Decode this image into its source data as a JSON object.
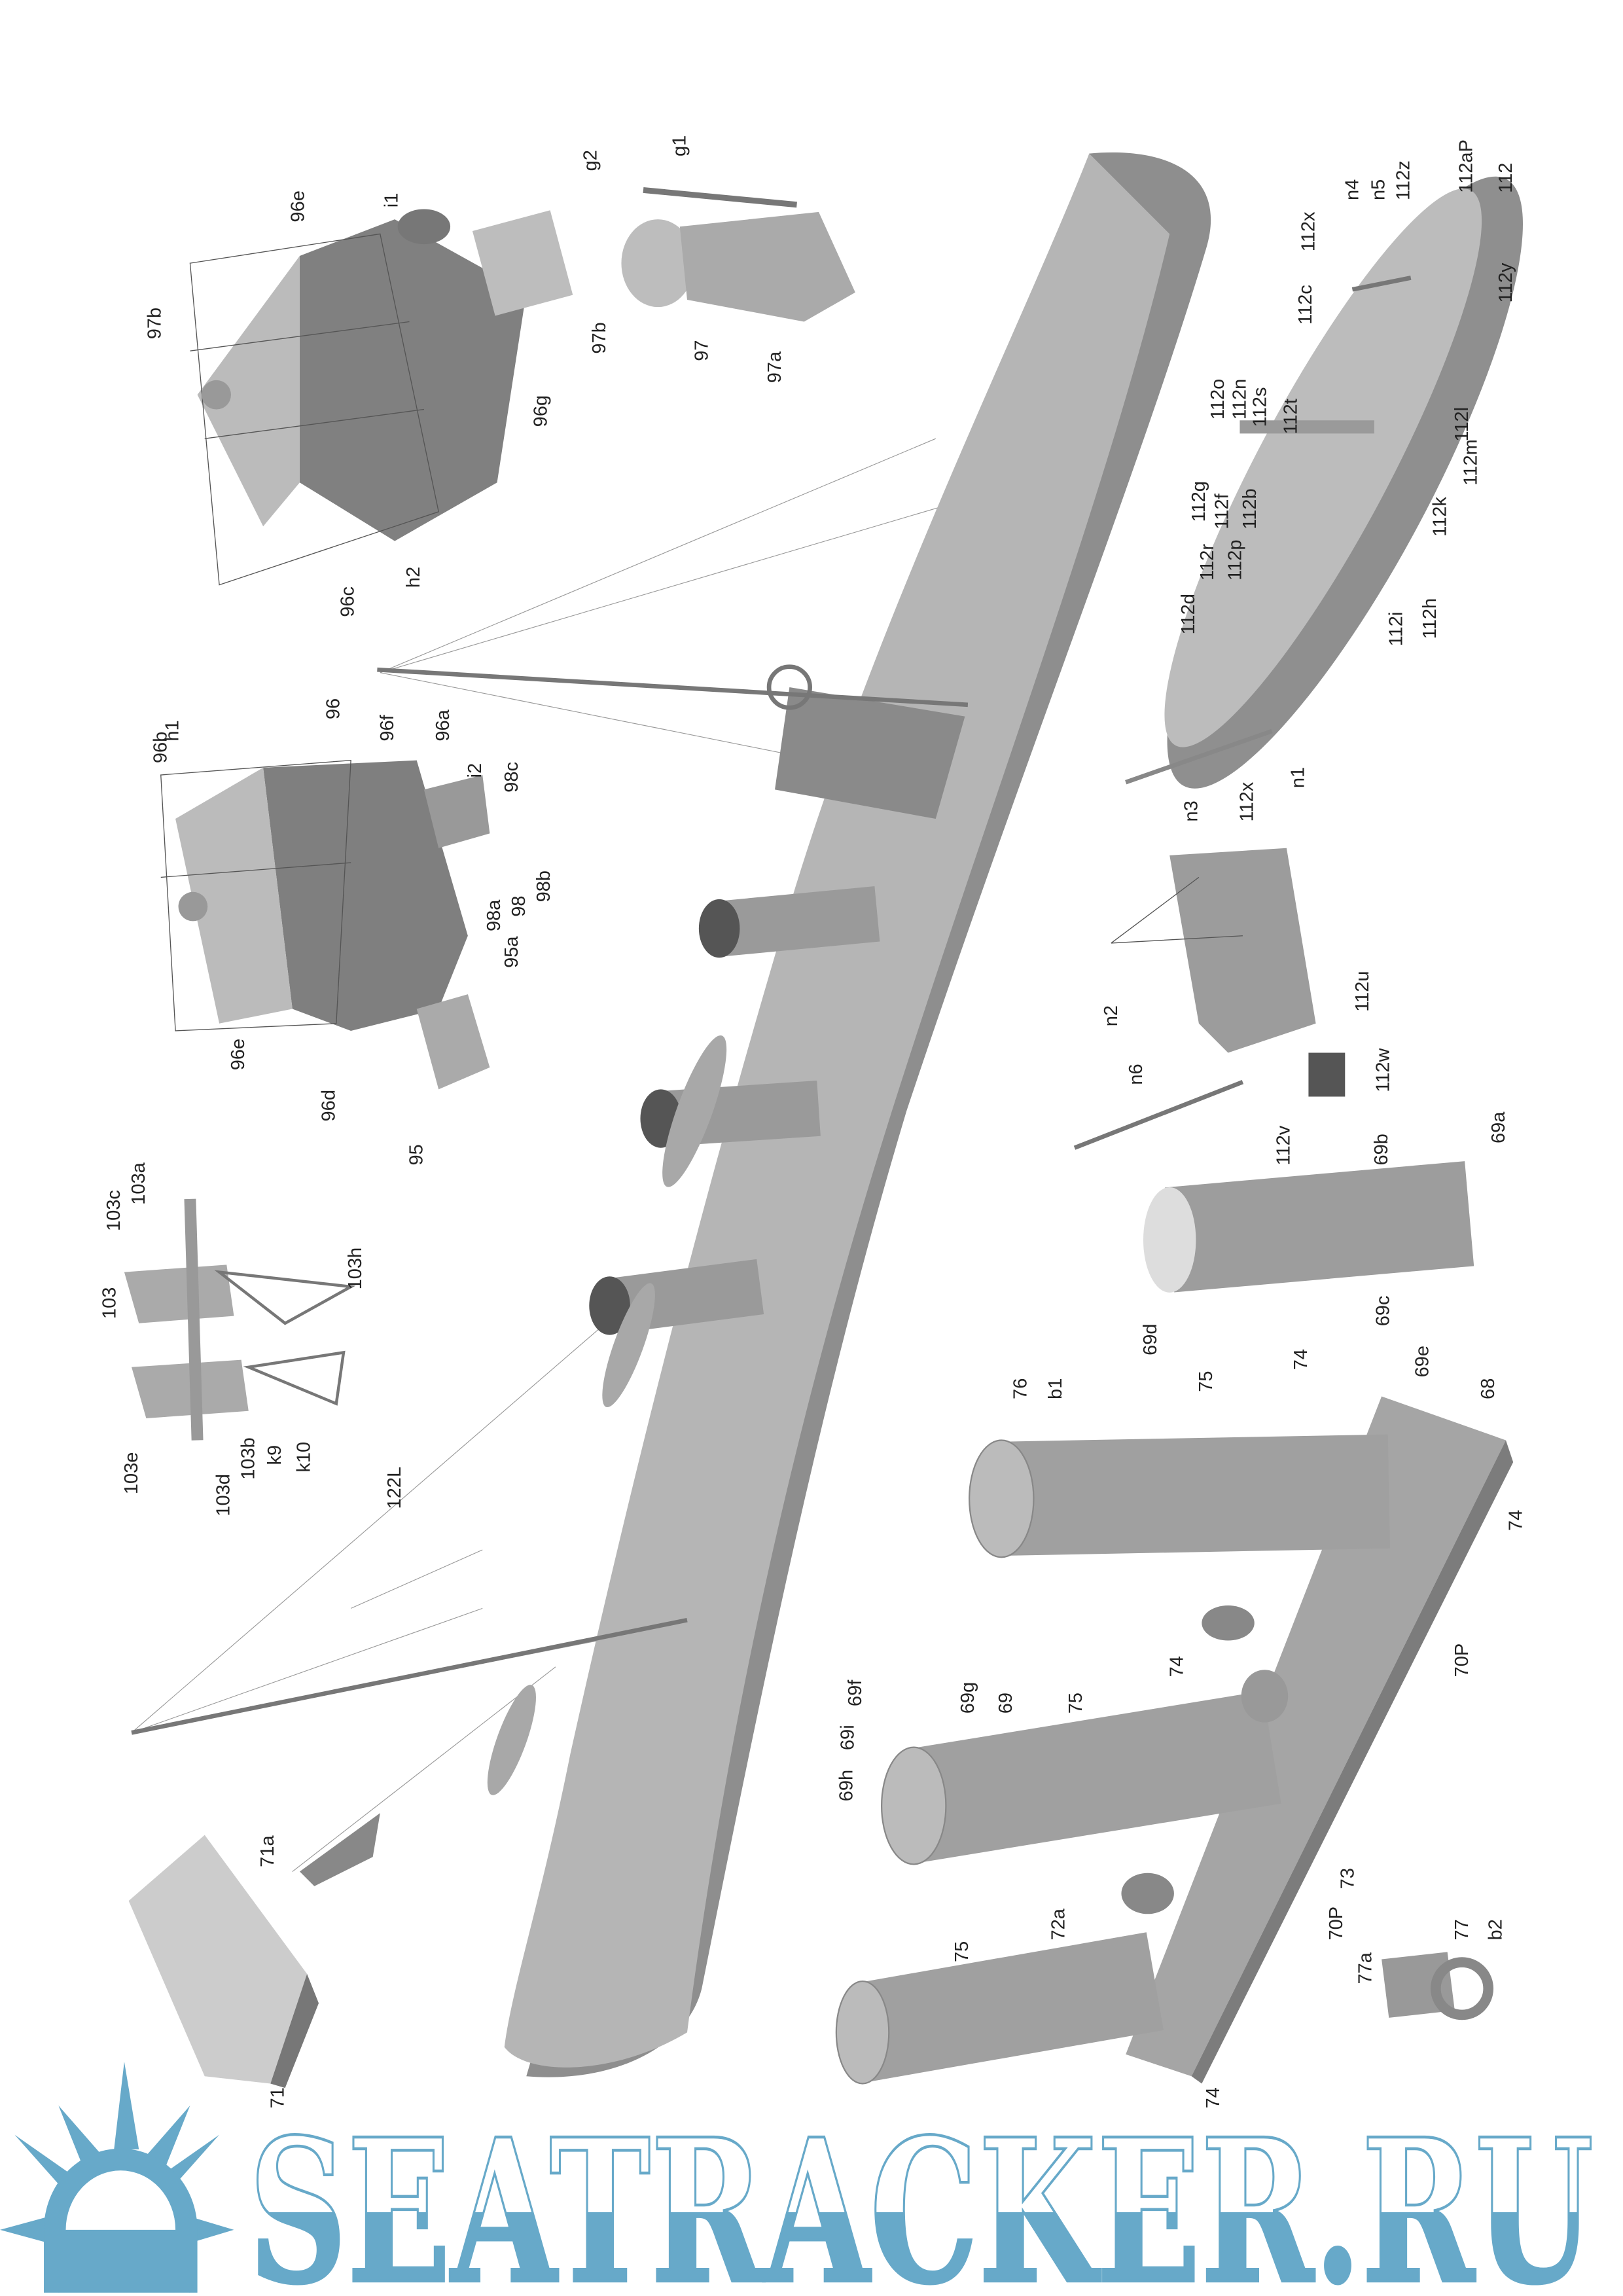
{
  "part_labels": [
    "97b",
    "96e",
    "i1",
    "96g",
    "96c",
    "h2",
    "g2",
    "g1",
    "97b",
    "97",
    "97a",
    "96b",
    "h1",
    "96",
    "96f",
    "96a",
    "i2",
    "98c",
    "98a",
    "98",
    "98b",
    "95a",
    "96e",
    "96d",
    "95",
    "103c",
    "103a",
    "103",
    "103h",
    "103e",
    "103d",
    "103b",
    "k9",
    "k10",
    "122L",
    "71a",
    "71",
    "n4",
    "n5",
    "112z",
    "112aP",
    "112",
    "112x",
    "112c",
    "112y",
    "112o",
    "112n",
    "112s",
    "112t",
    "112l",
    "112m",
    "112k",
    "112g",
    "112f",
    "112b",
    "112r",
    "112p",
    "112d",
    "112i",
    "112h",
    "n1",
    "112x",
    "n3",
    "n2",
    "n6",
    "112u",
    "112w",
    "112v",
    "69b",
    "69a",
    "69d",
    "69c",
    "76",
    "b1",
    "75",
    "74",
    "69e",
    "68",
    "74",
    "70P",
    "69h",
    "69i",
    "69f",
    "69g",
    "69",
    "75",
    "74",
    "73",
    "72a",
    "70P",
    "77a",
    "77",
    "b2",
    "75",
    "74"
  ],
  "logo": {
    "text": "SEATRACKER.RU",
    "color": "#67a9c9"
  }
}
